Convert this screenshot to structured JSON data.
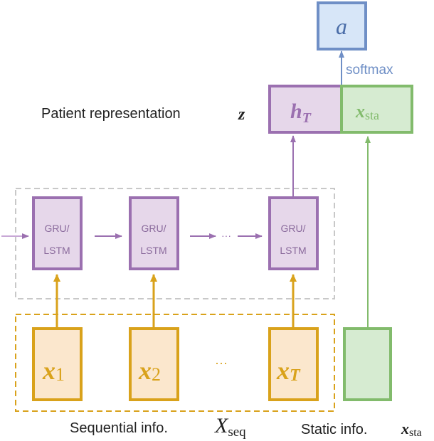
{
  "output_node": {
    "symbol": "a"
  },
  "softmax_label": "softmax",
  "patient_representation": {
    "label": "Patient representation",
    "symbol": "z"
  },
  "hidden_final": {
    "symbol": "h",
    "subscript": "T"
  },
  "static_feature": {
    "symbol": "x",
    "subscript": "sta"
  },
  "rnn_cells": [
    {
      "line1": "GRU/",
      "line2": "LSTM"
    },
    {
      "line1": "GRU/",
      "line2": "LSTM"
    },
    {
      "line1": "GRU/",
      "line2": "LSTM"
    }
  ],
  "rnn_ellipsis": "···",
  "inputs": [
    {
      "symbol": "x",
      "subscript": "1"
    },
    {
      "symbol": "x",
      "subscript": "2"
    },
    {
      "symbol": "x",
      "subscript": "T"
    }
  ],
  "input_ellipsis": "···",
  "sequential_caption": {
    "label": "Sequential info.",
    "symbol": "X",
    "subscript": "seq"
  },
  "static_caption": {
    "label": "Static info.",
    "symbol": "x",
    "subscript": "sta"
  },
  "colors": {
    "orange_stroke": "#d9a21b",
    "orange_fill": "#fbe7cd",
    "purple_stroke": "#9b70b0",
    "purple_fill": "#e6d7ea",
    "green_stroke": "#82bb6c",
    "green_fill": "#d6ebd1",
    "blue_stroke": "#6f8fc6",
    "blue_fill": "#d7e6f8",
    "dashed_gray": "#c8c8c8",
    "text": "#222222",
    "cell_text": "#8a6a9c"
  }
}
